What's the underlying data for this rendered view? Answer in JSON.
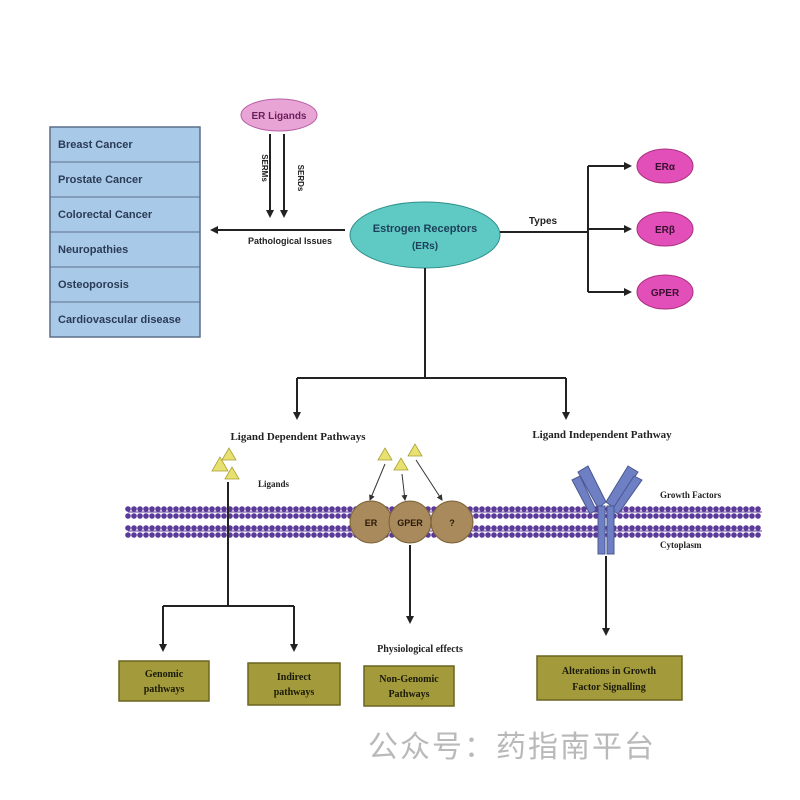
{
  "ligand_node": {
    "label": "ER Ligands"
  },
  "binding_arrows": {
    "left": "SERMs",
    "right": "SERDs"
  },
  "central_node": {
    "line1": "Estrogen Receptors",
    "line2": "(ERs)"
  },
  "pathological": {
    "label": "Pathological Issues",
    "items": [
      "Breast Cancer",
      "Prostate Cancer",
      "Colorectal Cancer",
      "Neuropathies",
      "Osteoporosis",
      "Cardiovascular disease"
    ]
  },
  "types": {
    "label": "Types",
    "items": [
      "ERα",
      "ERβ",
      "GPER"
    ]
  },
  "pathways": {
    "dependent": "Ligand Dependent Pathways",
    "independent": "Ligand Independent Pathway"
  },
  "membrane": {
    "ligands_label": "Ligands",
    "growth_factors_label": "Growth Factors",
    "cytoplasm_label": "Cytoplasm",
    "receptors": [
      "ER",
      "GPER",
      "?"
    ]
  },
  "outcomes": {
    "physiological": "Physiological effects",
    "genomic": {
      "line1": "Genomic",
      "line2": "pathways"
    },
    "indirect": {
      "line1": "Indirect",
      "line2": "pathways"
    },
    "non_genomic": {
      "line1": "Non-Genomic",
      "line2": "Pathways"
    },
    "cross_talk": {
      "line1": "Alterations in Growth",
      "line2": "Factor Signalling"
    }
  },
  "watermark": {
    "text": "公众号：药指南平台"
  },
  "colors": {
    "ligand_fill": "#e9a4d6",
    "central_fill": "#5fc9c4",
    "type_fill": "#e24fb8",
    "box_fill": "#a9c9e8",
    "receptor_fill": "#a88a5c",
    "outcome_fill": "#a39a3c",
    "membrane": "#5b3a9a",
    "antibody": "#6f7fc4",
    "triangle": "#e8e070"
  }
}
